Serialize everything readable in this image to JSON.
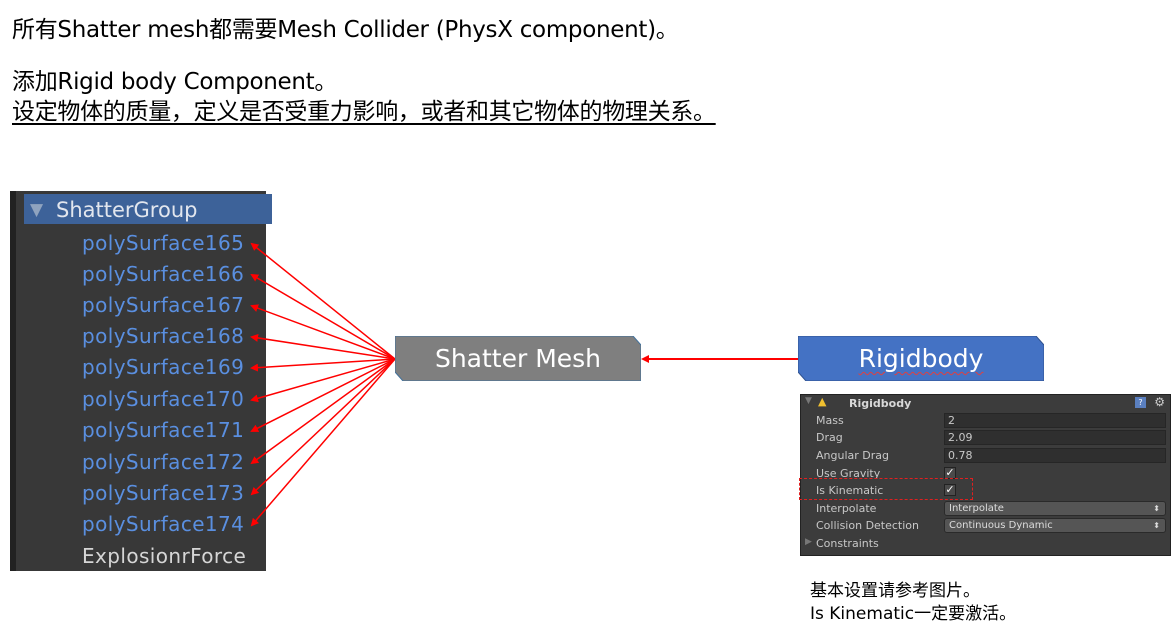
{
  "text": {
    "line1": "所有Shatter mesh都需要Mesh Collider (PhysX component)。",
    "line2": "添加Rigid body Component。",
    "line3": "设定物体的质量，定义是否受重力影响，或者和其它物体的物理关系。"
  },
  "hierarchy": {
    "group": "ShatterGroup",
    "items": [
      "polySurface165",
      "polySurface166",
      "polySurface167",
      "polySurface168",
      "polySurface169",
      "polySurface170",
      "polySurface171",
      "polySurface172",
      "polySurface173",
      "polySurface174"
    ],
    "extra": "ExplosionrForce"
  },
  "boxes": {
    "shatter": {
      "label": "Shatter Mesh",
      "color": "#7f7f7f"
    },
    "rigid": {
      "label": "Rigidbody",
      "color": "#4472c4"
    }
  },
  "inspector": {
    "title": "Rigidbody",
    "fields": [
      {
        "label": "Mass",
        "value": "2"
      },
      {
        "label": "Drag",
        "value": "2.09"
      },
      {
        "label": "Angular Drag",
        "value": "0.78"
      }
    ],
    "checks": [
      {
        "label": "Use Gravity",
        "checked": true
      },
      {
        "label": "Is Kinematic",
        "checked": true
      }
    ],
    "dropdowns": [
      {
        "label": "Interpolate",
        "value": "Interpolate"
      },
      {
        "label": "Collision Detection",
        "value": "Continuous Dynamic"
      }
    ],
    "foldout": "Constraints"
  },
  "notes": {
    "note1": "基本设置请参考图片。",
    "note2": "Is Kinematic一定要激活。"
  },
  "colors": {
    "arrow": "#ff0000",
    "highlight": "#e02020"
  }
}
